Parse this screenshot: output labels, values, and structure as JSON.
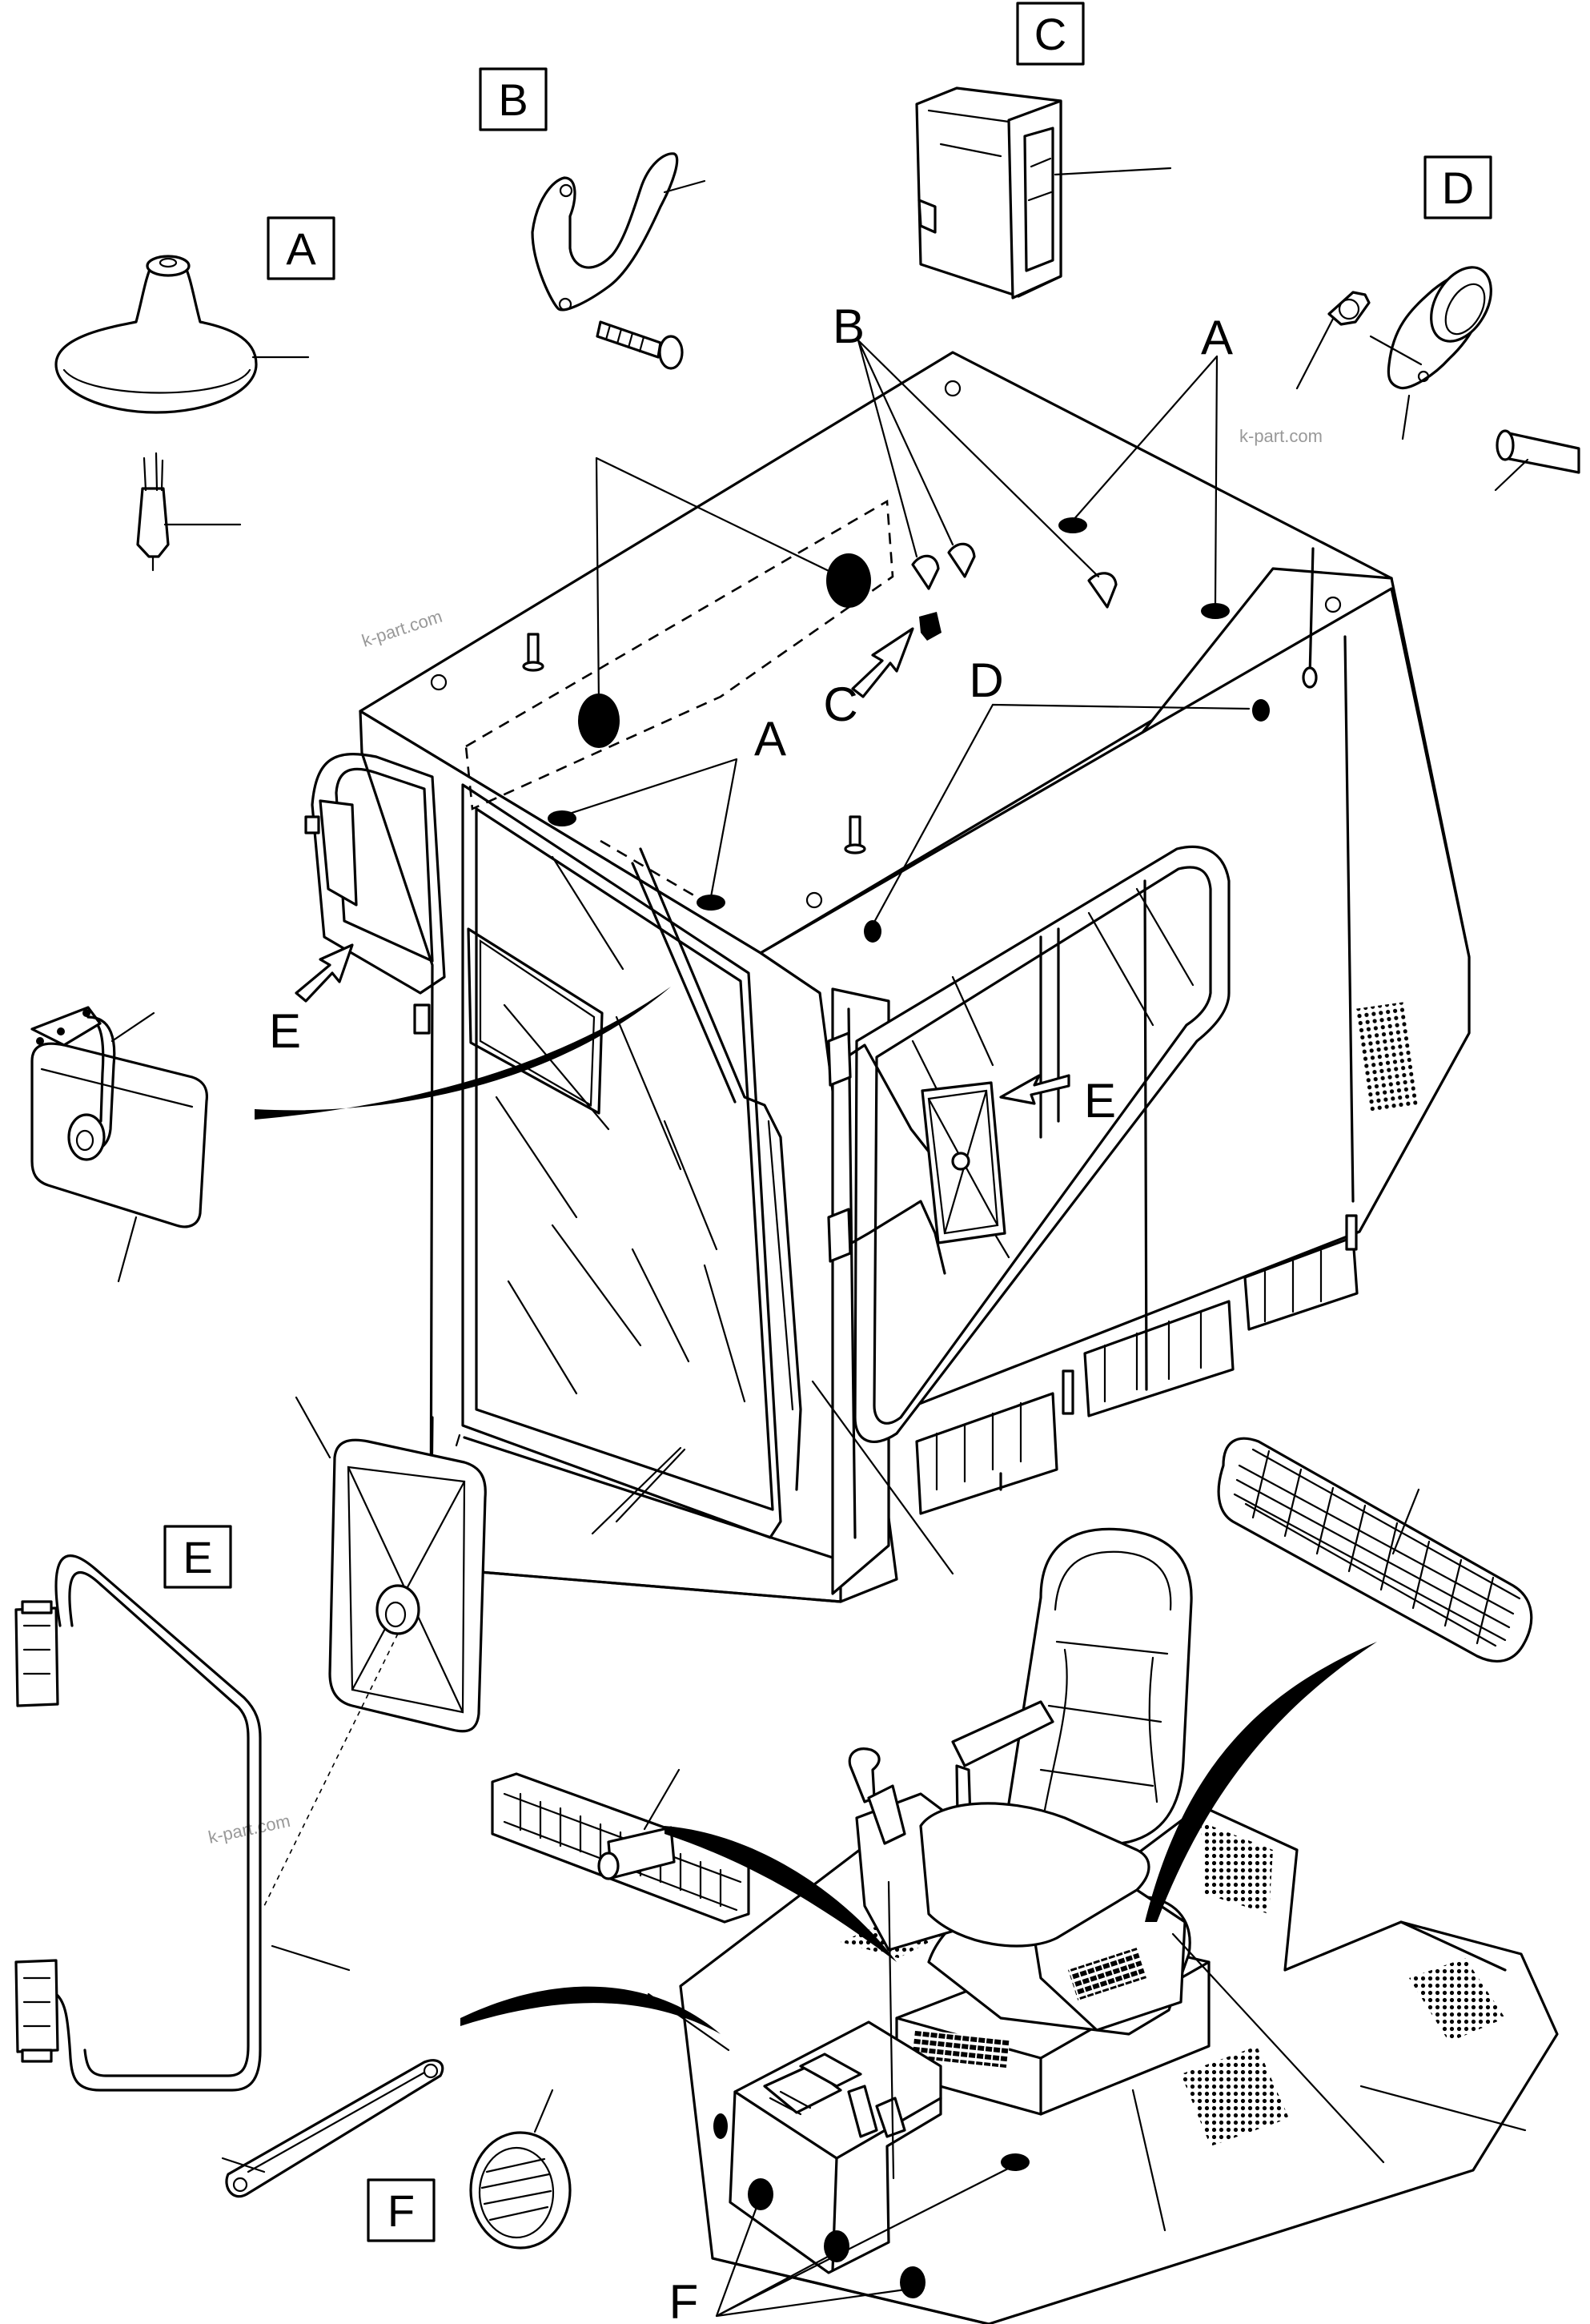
{
  "labels": {
    "box_a": "A",
    "box_b": "B",
    "box_c": "C",
    "box_d": "D",
    "box_e": "E",
    "box_f": "F",
    "callout_b_roof": "B",
    "callout_a_roof_right": "A",
    "callout_c_roof": "C",
    "callout_d_roof": "D",
    "callout_a_front": "A",
    "callout_e_left": "E",
    "callout_e_door": "E",
    "callout_f_floor": "F"
  },
  "watermarks": {
    "wm_top_right": "k-part.com",
    "wm_top_left": "k-part.com",
    "wm_mirror": "k-part.com"
  }
}
